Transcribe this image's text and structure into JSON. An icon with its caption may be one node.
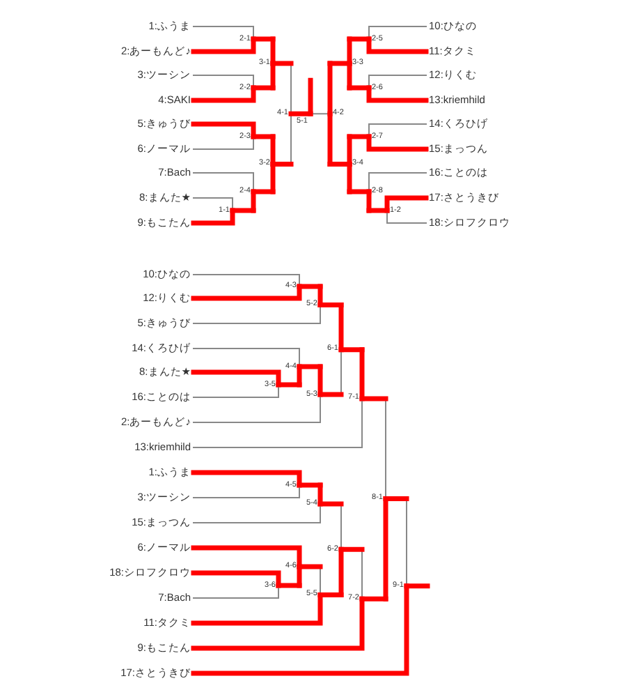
{
  "diagram": {
    "nodes": [
      {
        "text": [
          "1:ふうま"
        ]
      },
      {
        "text": [
          "2:あーもんど♪"
        ]
      },
      {
        "text": [
          "3:ツーシン"
        ]
      },
      {
        "text": [
          "4:SAKI"
        ]
      },
      {
        "text": [
          "5:きゅうび"
        ]
      },
      {
        "text": [
          "6:ノーマル"
        ]
      },
      {
        "text": [
          "7:Bach"
        ]
      },
      {
        "text": [
          "8:まんた★"
        ]
      },
      {
        "text": [
          "9:もこたん"
        ]
      },
      {
        "text": [
          "10:ひなの"
        ]
      },
      {
        "text": [
          "11:タクミ"
        ]
      },
      {
        "text": [
          "12:りくむ"
        ]
      },
      {
        "text": [
          "13:kriemhild"
        ]
      },
      {
        "text": [
          "14:くろひげ"
        ]
      },
      {
        "text": [
          "15:まっつん"
        ]
      },
      {
        "text": [
          "16:ことのは"
        ]
      },
      {
        "text": [
          "17:さとうきび"
        ]
      },
      {
        "text": [
          "18:シロフクロウ"
        ]
      },
      {
        "text": [
          "2-1"
        ]
      },
      {
        "text": [
          "2-2"
        ]
      },
      {
        "text": [
          "3-1"
        ]
      },
      {
        "text": [
          "2-3"
        ]
      },
      {
        "text": [
          "1-1"
        ]
      },
      {
        "text": [
          "2-4"
        ]
      },
      {
        "text": [
          "3-2"
        ]
      },
      {
        "text": [
          "4-1"
        ]
      },
      {
        "text": [
          "5-1"
        ]
      },
      {
        "text": [
          "4-2"
        ]
      },
      {
        "text": [
          "2-5"
        ]
      },
      {
        "text": [
          "3-3"
        ]
      },
      {
        "text": [
          "2-6"
        ]
      },
      {
        "text": [
          "2-7"
        ]
      },
      {
        "text": [
          "3-4"
        ]
      },
      {
        "text": [
          "2-8"
        ]
      },
      {
        "text": [
          "1-2"
        ]
      },
      {
        "text": [
          "10:ひなの"
        ]
      },
      {
        "text": [
          "12:りくむ"
        ]
      },
      {
        "text": [
          "5:きゅうび"
        ]
      },
      {
        "text": [
          "14:くろひげ"
        ]
      },
      {
        "text": [
          "8:まんた★"
        ]
      },
      {
        "text": [
          "16:ことのは"
        ]
      },
      {
        "text": [
          "2:あーもんど♪"
        ]
      },
      {
        "text": [
          "13:kriemhild"
        ]
      },
      {
        "text": [
          "1:ふうま"
        ]
      },
      {
        "text": [
          "3:ツーシン"
        ]
      },
      {
        "text": [
          "15:まっつん"
        ]
      },
      {
        "text": [
          "6:ノーマル"
        ]
      },
      {
        "text": [
          "18:シロフクロウ"
        ]
      },
      {
        "text": [
          "7:Bach"
        ]
      },
      {
        "text": [
          "11:タクミ"
        ]
      },
      {
        "text": [
          "9:もこたん"
        ]
      },
      {
        "text": [
          "17:さとうきび"
        ]
      },
      {
        "text": [
          "4-3"
        ]
      },
      {
        "text": [
          "5-2"
        ]
      },
      {
        "text": [
          "6-1"
        ]
      },
      {
        "text": [
          "4-4"
        ]
      },
      {
        "text": [
          "3-5"
        ]
      },
      {
        "text": [
          "5-3"
        ]
      },
      {
        "text": [
          "7-1"
        ]
      },
      {
        "text": [
          "8-1"
        ]
      },
      {
        "text": [
          "4-5"
        ]
      },
      {
        "text": [
          "5-4"
        ]
      },
      {
        "text": [
          "6-2"
        ]
      },
      {
        "text": [
          "4-6"
        ]
      },
      {
        "text": [
          "3-6"
        ]
      },
      {
        "text": [
          "5-5"
        ]
      },
      {
        "text": [
          "7-2"
        ]
      },
      {
        "text": [
          "9-1"
        ]
      }
    ],
    "edges": [
      {
        "from": 0,
        "to": 18,
        "arrow": "none",
        "color": "#888888"
      },
      {
        "from": 1,
        "to": 18,
        "arrow": "none"
      },
      {
        "from": 2,
        "to": 19,
        "arrow": "none",
        "color": "#888888"
      },
      {
        "from": 3,
        "to": 19,
        "arrow": "none"
      },
      {
        "from": 18,
        "to": 20,
        "arrow": "none"
      },
      {
        "from": 19,
        "to": 20,
        "arrow": "none"
      },
      {
        "from": 4,
        "to": 21,
        "arrow": "none"
      },
      {
        "from": 5,
        "to": 21,
        "arrow": "none",
        "color": "#888888"
      },
      {
        "from": 7,
        "to": 22,
        "arrow": "none",
        "color": "#888888"
      },
      {
        "from": 8,
        "to": 22,
        "arrow": "none"
      },
      {
        "from": 6,
        "to": 23,
        "arrow": "none",
        "color": "#888888"
      },
      {
        "from": 22,
        "to": 23,
        "arrow": "none"
      },
      {
        "from": 21,
        "to": 24,
        "arrow": "none"
      },
      {
        "from": 23,
        "to": 24,
        "arrow": "none"
      },
      {
        "from": 20,
        "to": 25,
        "arrow": "none",
        "color": "#888888"
      },
      {
        "from": 24,
        "to": 25,
        "arrow": "none",
        "color": "#888888"
      },
      {
        "from": 25,
        "to": 26,
        "arrow": "none"
      },
      {
        "from": 27,
        "to": 26,
        "arrow": "none",
        "color": "#888888"
      },
      {
        "from": 26,
        "to": null,
        "arrow": "none"
      },
      {
        "from": 9,
        "to": 28,
        "arrow": "none",
        "color": "#888888"
      },
      {
        "from": 10,
        "to": 28,
        "arrow": "none"
      },
      {
        "from": 11,
        "to": 30,
        "arrow": "none",
        "color": "#888888"
      },
      {
        "from": 12,
        "to": 30,
        "arrow": "none"
      },
      {
        "from": 28,
        "to": 29,
        "arrow": "none"
      },
      {
        "from": 30,
        "to": 29,
        "arrow": "none"
      },
      {
        "from": 13,
        "to": 31,
        "arrow": "none",
        "color": "#888888"
      },
      {
        "from": 14,
        "to": 31,
        "arrow": "none"
      },
      {
        "from": 15,
        "to": 33,
        "arrow": "none",
        "color": "#888888"
      },
      {
        "from": 16,
        "to": 34,
        "arrow": "none"
      },
      {
        "from": 17,
        "to": 34,
        "arrow": "none",
        "color": "#888888"
      },
      {
        "from": 34,
        "to": 33,
        "arrow": "none"
      },
      {
        "from": 31,
        "to": 32,
        "arrow": "none"
      },
      {
        "from": 33,
        "to": 32,
        "arrow": "none"
      },
      {
        "from": 29,
        "to": 27,
        "arrow": "none"
      },
      {
        "from": 32,
        "to": 27,
        "arrow": "none"
      },
      {
        "from": 35,
        "to": 52,
        "arrow": "none",
        "color": "#888888"
      },
      {
        "from": 36,
        "to": 52,
        "arrow": "none"
      },
      {
        "from": 52,
        "to": 53,
        "arrow": "none"
      },
      {
        "from": 37,
        "to": 53,
        "arrow": "none",
        "color": "#888888"
      },
      {
        "from": 39,
        "to": 56,
        "arrow": "none"
      },
      {
        "from": 40,
        "to": 56,
        "arrow": "none",
        "color": "#888888"
      },
      {
        "from": 38,
        "to": 55,
        "arrow": "none",
        "color": "#888888"
      },
      {
        "from": 56,
        "to": 55,
        "arrow": "none"
      },
      {
        "from": 55,
        "to": 57,
        "arrow": "none"
      },
      {
        "from": 41,
        "to": 57,
        "arrow": "none",
        "color": "#888888"
      },
      {
        "from": 53,
        "to": 54,
        "arrow": "none"
      },
      {
        "from": 57,
        "to": 54,
        "arrow": "none",
        "color": "#888888"
      },
      {
        "from": 54,
        "to": 58,
        "arrow": "none"
      },
      {
        "from": 42,
        "to": 58,
        "arrow": "none",
        "color": "#888888"
      },
      {
        "from": 58,
        "to": 59,
        "arrow": "none",
        "color": "#888888"
      },
      {
        "from": 43,
        "to": 60,
        "arrow": "none"
      },
      {
        "from": 44,
        "to": 60,
        "arrow": "none",
        "color": "#888888"
      },
      {
        "from": 60,
        "to": 61,
        "arrow": "none"
      },
      {
        "from": 45,
        "to": 61,
        "arrow": "none",
        "color": "#888888"
      },
      {
        "from": 47,
        "to": 64,
        "arrow": "none"
      },
      {
        "from": 48,
        "to": 64,
        "arrow": "none",
        "color": "#888888"
      },
      {
        "from": 46,
        "to": 63,
        "arrow": "none"
      },
      {
        "from": 64,
        "to": 63,
        "arrow": "none"
      },
      {
        "from": 63,
        "to": 65,
        "arrow": "none",
        "color": "#888888"
      },
      {
        "from": 49,
        "to": 65,
        "arrow": "none"
      },
      {
        "from": 61,
        "to": 62,
        "arrow": "none",
        "color": "#888888"
      },
      {
        "from": 65,
        "to": 62,
        "arrow": "none"
      },
      {
        "from": 62,
        "to": 66,
        "arrow": "none",
        "color": "#888888"
      },
      {
        "from": 50,
        "to": 66,
        "arrow": "none"
      },
      {
        "from": 66,
        "to": 59,
        "arrow": "none"
      },
      {
        "from": 59,
        "to": 67,
        "arrow": "none",
        "color": "#888888"
      },
      {
        "from": 51,
        "to": 67,
        "arrow": "none"
      },
      {
        "from": 67,
        "to": null,
        "arrow": "none"
      }
    ]
  }
}
